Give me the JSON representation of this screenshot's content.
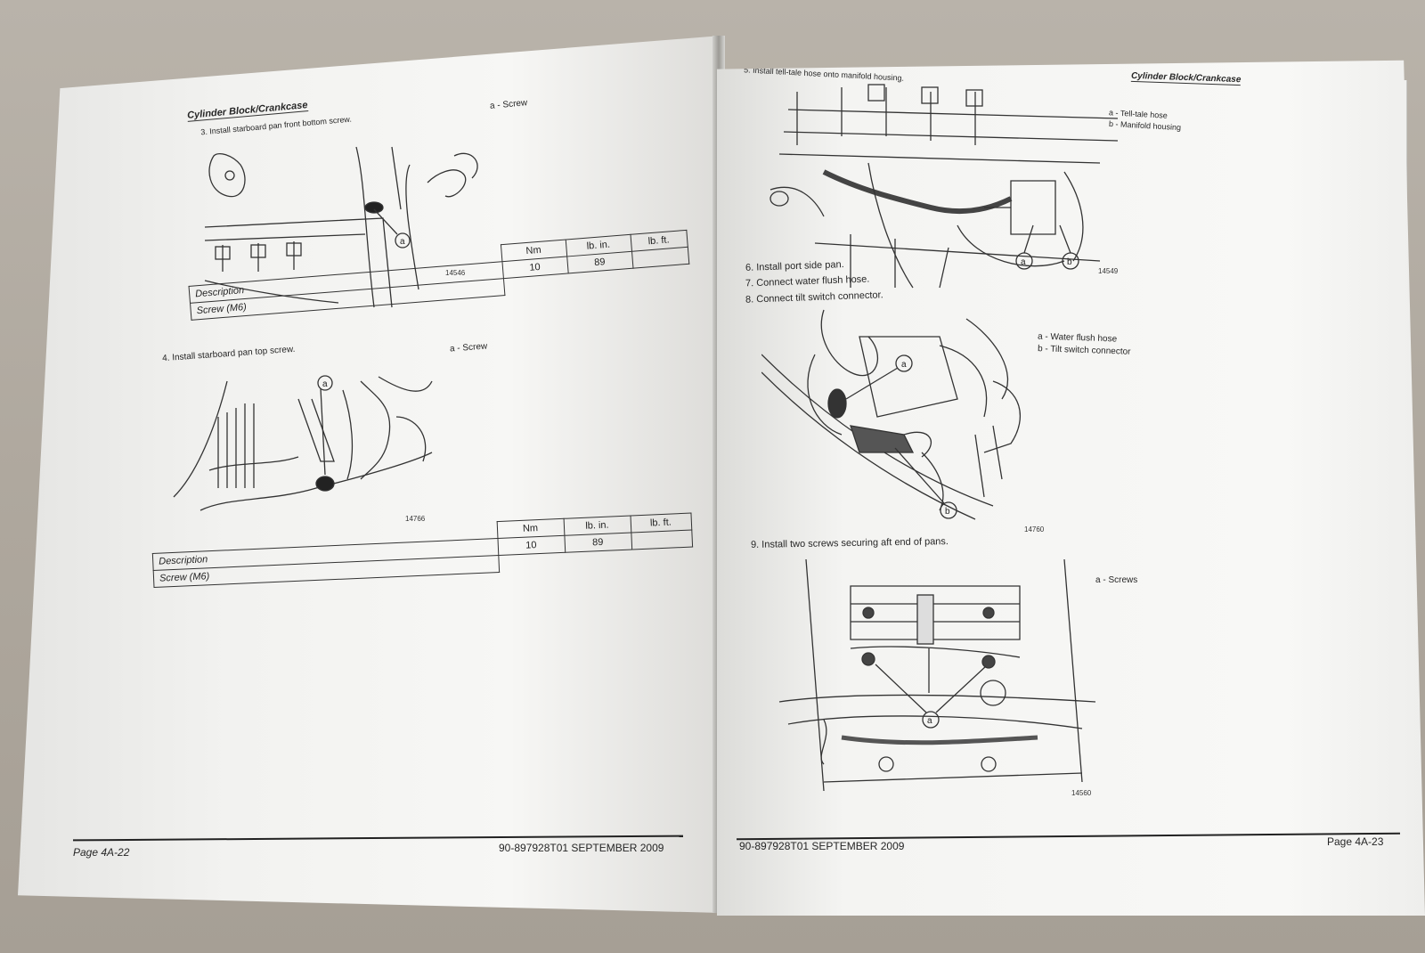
{
  "left_page": {
    "header": "Cylinder Block/Crankcase",
    "step3": "3.   Install starboard pan front bottom screw.",
    "fig1_legend": "a -  Screw",
    "fig1_number": "14546",
    "table1": {
      "headers": [
        "Nm",
        "lb. in.",
        "lb. ft."
      ],
      "description_label": "Description",
      "item": "Screw (M6)",
      "values": [
        "10",
        "89",
        ""
      ]
    },
    "step4": "4.   Install starboard pan top screw.",
    "fig2_legend": "a -  Screw",
    "fig2_number": "14766",
    "table2": {
      "headers": [
        "Nm",
        "lb. in.",
        "lb. ft."
      ],
      "description_label": "Description",
      "item": "Screw (M6)",
      "values": [
        "10",
        "89",
        ""
      ]
    },
    "footer_page": "Page 4A-22",
    "footer_doc": "90-897928T01   SEPTEMBER  2009"
  },
  "right_page": {
    "header": "Cylinder Block/Crankcase",
    "step5": "5.   Install tell-tale hose onto manifold housing.",
    "fig3_legend_a": "a -  Tell-tale hose",
    "fig3_legend_b": "b -  Manifold housing",
    "fig3_number": "14549",
    "step6": "6.   Install port side pan.",
    "step7": "7.   Connect water flush hose.",
    "step8": "8.   Connect tilt switch connector.",
    "fig4_legend_a": "a -  Water flush hose",
    "fig4_legend_b": "b -  Tilt switch connector",
    "fig4_number": "14760",
    "step9": "9.   Install two screws securing aft end of pans.",
    "fig5_legend": "a -  Screws",
    "fig5_number": "14560",
    "footer_doc": "90-897928T01   SEPTEMBER  2009",
    "footer_page": "Page 4A-23"
  }
}
